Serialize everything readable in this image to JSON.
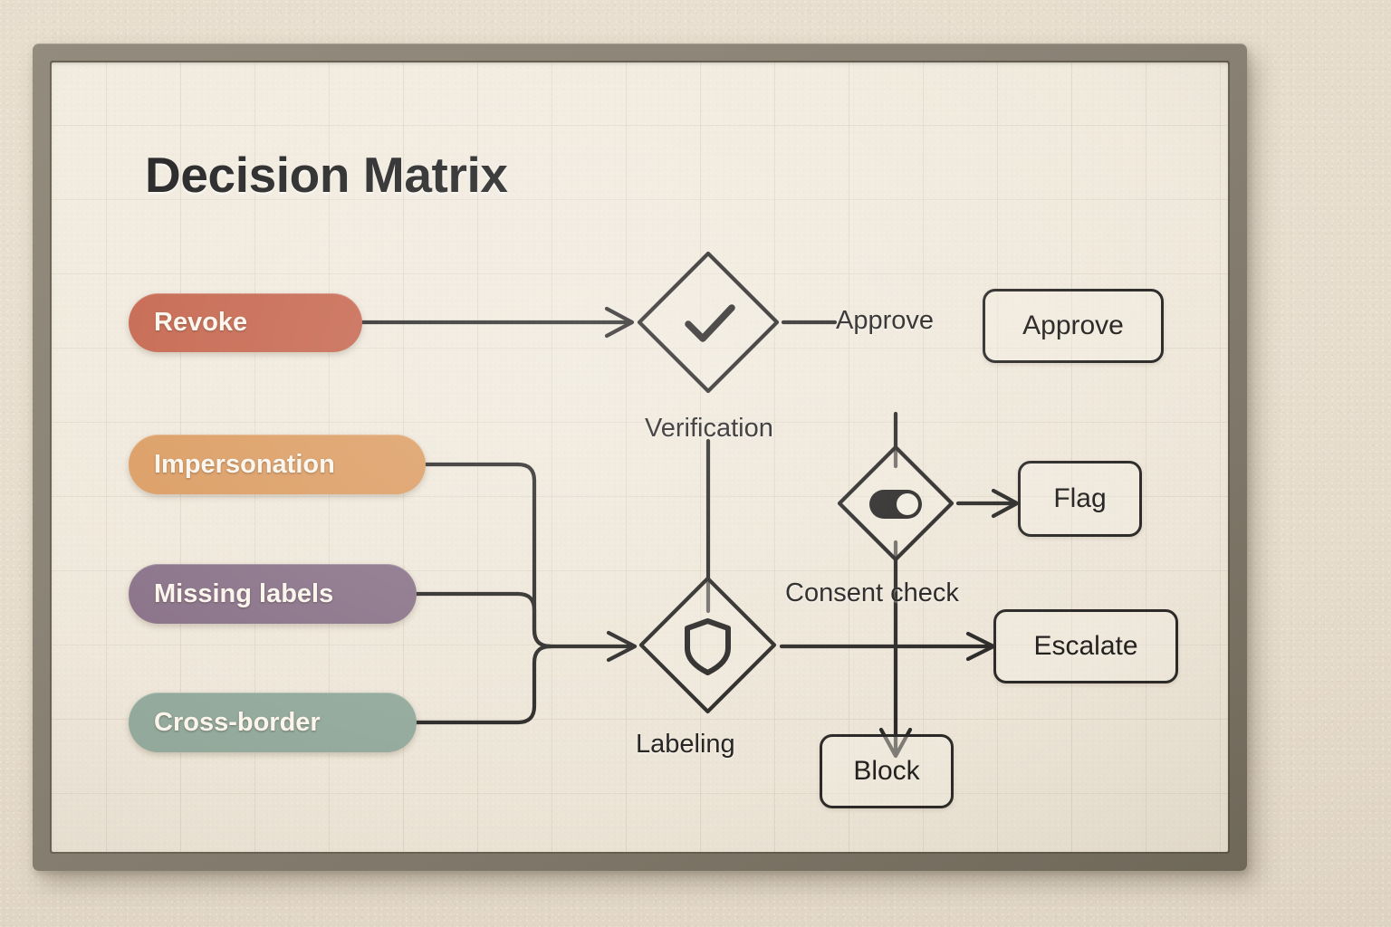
{
  "title": "Decision Matrix",
  "sources": [
    {
      "id": "revoke",
      "label": "Revoke",
      "color": "#c6664e"
    },
    {
      "id": "impersonation",
      "label": "Impersonation",
      "color": "#dc9d63"
    },
    {
      "id": "missing-labels",
      "label": "Missing labels",
      "color": "#8a7389"
    },
    {
      "id": "cross-border",
      "label": "Cross-border",
      "color": "#93aa9c"
    }
  ],
  "decisions": [
    {
      "id": "verification",
      "label": "Verification",
      "icon": "check-icon"
    },
    {
      "id": "consent-check",
      "label": "Consent check",
      "icon": "toggle-icon"
    },
    {
      "id": "labeling",
      "label": "Labeling",
      "icon": "shield-icon"
    }
  ],
  "edge_labels": [
    {
      "id": "approve-edge",
      "label": "Approve"
    }
  ],
  "outcomes": [
    {
      "id": "approve",
      "label": "Approve"
    },
    {
      "id": "flag",
      "label": "Flag"
    },
    {
      "id": "escalate",
      "label": "Escalate"
    },
    {
      "id": "block",
      "label": "Block"
    }
  ],
  "colors": {
    "wall": "#e6dccc",
    "frame": "#8b8376",
    "canvas": "#efe8db",
    "ink": "#23211f",
    "stroke": "#2b2927"
  }
}
